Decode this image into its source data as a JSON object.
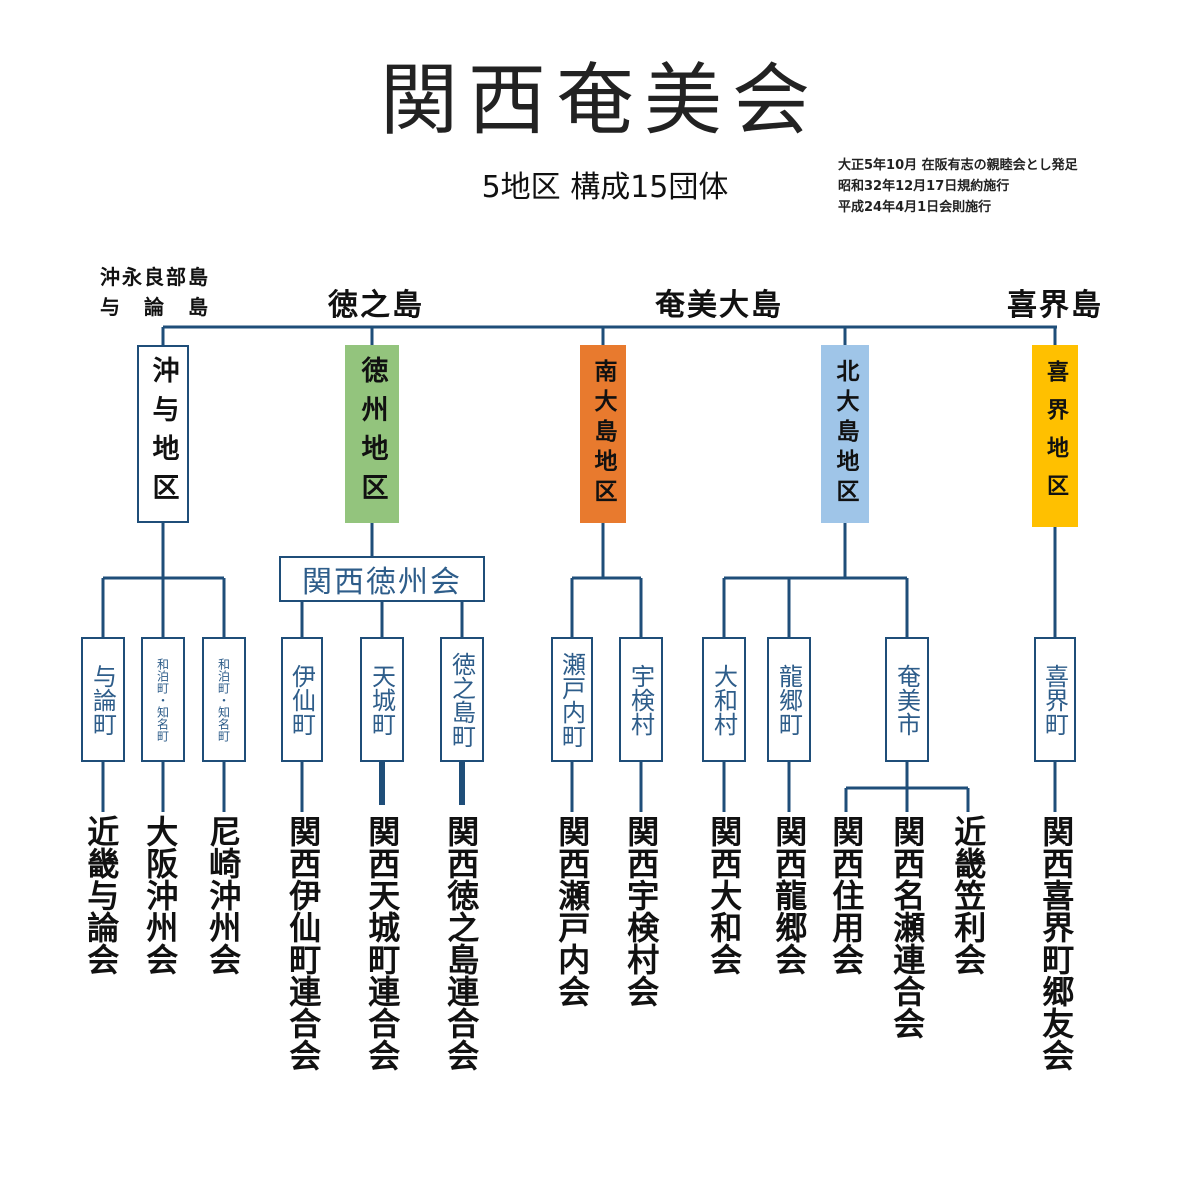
{
  "title": "関西奄美会",
  "subtitle": "5地区 構成15団体",
  "history": [
    "大正5年10月 在阪有志の親睦会とし発足",
    "昭和32年12月17日規約施行",
    "平成24年4月1日会則施行"
  ],
  "islands": {
    "okinoerabu_yoron": "沖永良部島\n与　論　島",
    "tokunoshima": "徳之島",
    "amami_oshima": "奄美大島",
    "kikaijima": "喜界島"
  },
  "colors": {
    "line": "#1f4e79",
    "okiyo": "#ffffff",
    "tokushu": "#93c47d",
    "minami_oshima": "#e87a2e",
    "kita_oshima": "#9fc5e8",
    "kikai": "#ffc000"
  },
  "districts": {
    "okiyo": "沖与地区",
    "tokushu": "徳州地区",
    "minami_oshima": "南大島地区",
    "kita_oshima": "北大島地区",
    "kikai": "喜界地区"
  },
  "kansai_tokushu_kai": "関西徳州会",
  "towns": {
    "yoron": "与論町",
    "wadomari1": "和泊町・知名町",
    "wadomari2": "和泊町・知名町",
    "isen": "伊仙町",
    "amagi": "天城町",
    "tokunoshima": "徳之島町",
    "setouchi": "瀬戸内町",
    "uken": "宇検村",
    "yamato": "大和村",
    "tatsugo": "龍郷町",
    "amami": "奄美市",
    "kikai": "喜界町"
  },
  "organizations": {
    "kinki_yoron": "近畿与論会",
    "osaka_okisu": "大阪沖州会",
    "amagasaki_okisu": "尼崎沖州会",
    "isen": "関西伊仙町連合会",
    "amagi": "関西天城町連合会",
    "tokunoshima": "関西徳之島連合会",
    "setouchi": "関西瀬戸内会",
    "uken": "関西宇検村会",
    "yamato": "関西大和会",
    "tatsugo": "関西龍郷会",
    "sumiyo": "関西住用会",
    "naze": "関西名瀬連合会",
    "kasari": "近畿笠利会",
    "kikai": "関西喜界町郷友会"
  }
}
